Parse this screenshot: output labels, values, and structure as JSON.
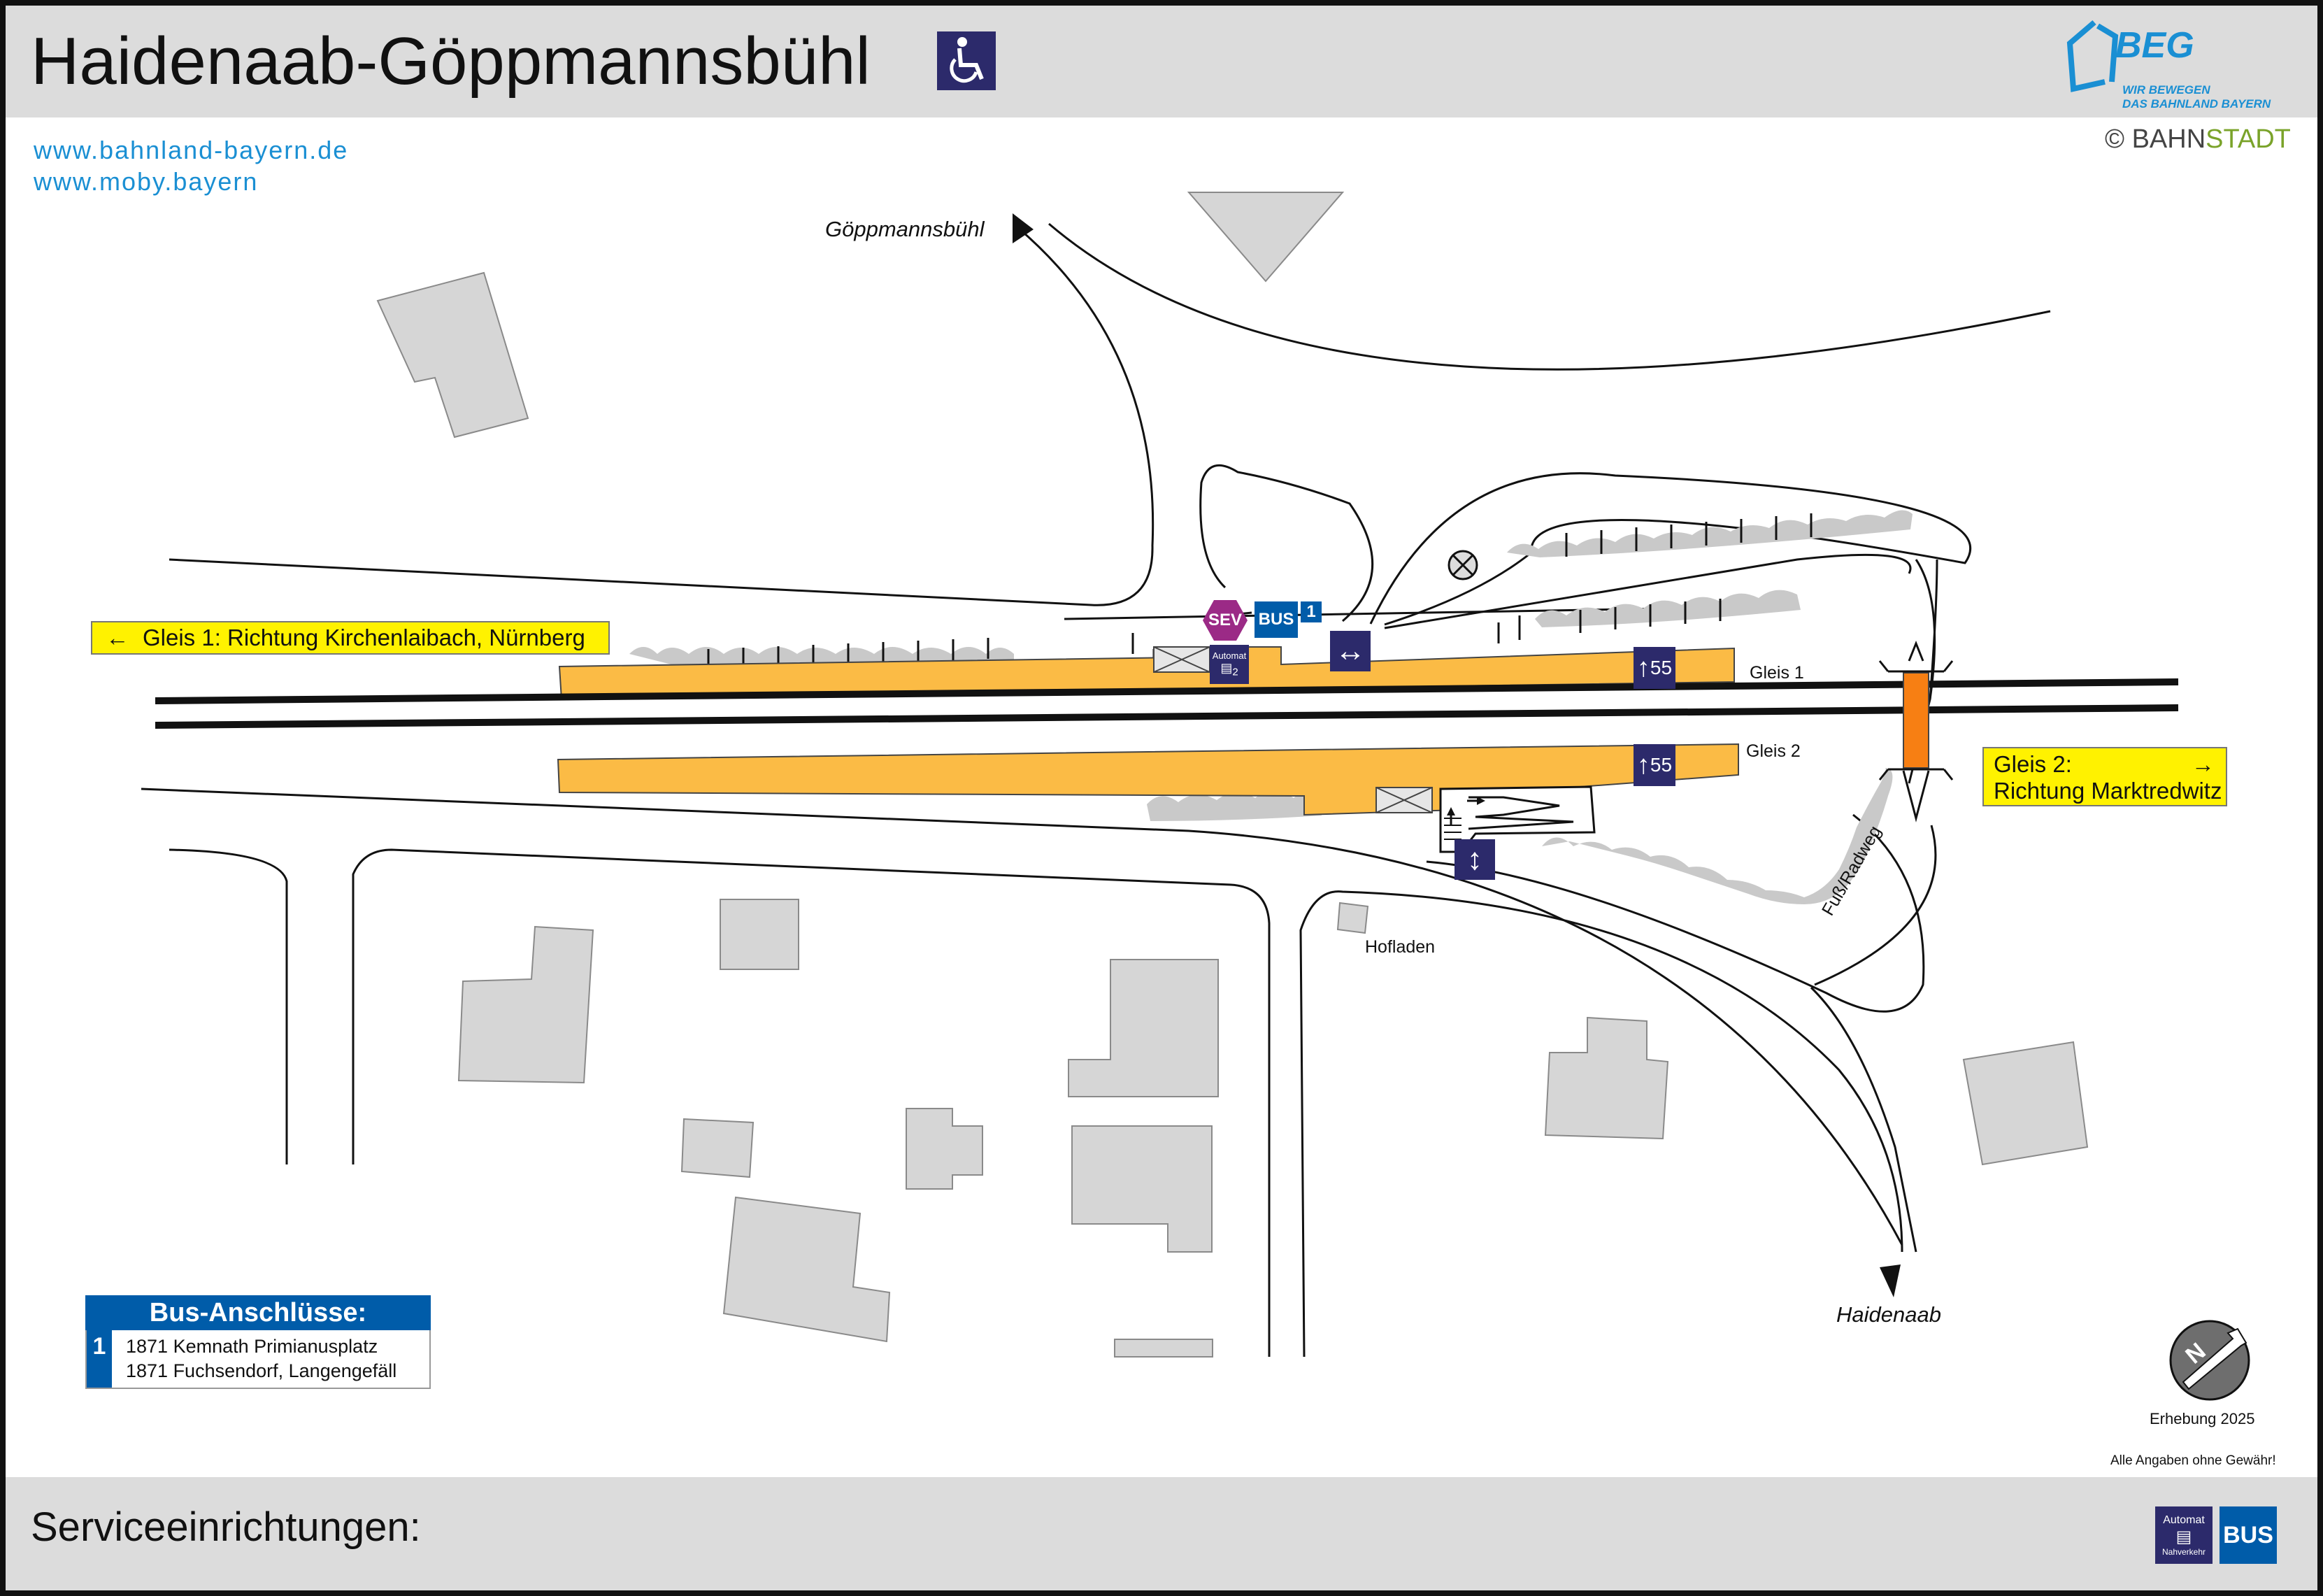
{
  "header": {
    "title": "Haidenaab-Göppmannsbühl",
    "wheelchair_icon": "wheelchair-accessible-icon"
  },
  "links": [
    "www.bahnland-bayern.de",
    "www.moby.bayern"
  ],
  "beg_logo": {
    "name": "BEG",
    "tagline_1": "WIR BEWEGEN",
    "tagline_2": "DAS BAHNLAND BAYERN"
  },
  "copyright": {
    "symbol": "©",
    "part1": "BAHN",
    "part2": "STADT"
  },
  "directions": {
    "gleis1": {
      "arrow": "←",
      "text": "Gleis 1: Richtung Kirchenlaibach, Nürnberg"
    },
    "gleis2": {
      "line1": "Gleis 2:",
      "line2": "Richtung Marktredwitz",
      "arrow": "→"
    }
  },
  "places": {
    "goeppmannsbuehl": "Göppmannsbühl",
    "haidenaab": "Haidenaab",
    "hofladen": "Hofladen",
    "fuss_radweg": "Fuß/Radweg"
  },
  "platforms": {
    "gleis1_label": "Gleis 1",
    "gleis2_label": "Gleis 2",
    "height1": "55",
    "height2": "55"
  },
  "icons": {
    "sev": "SEV",
    "bus": "BUS",
    "bus_stop_number": "1",
    "automat": "Automat",
    "nahverkehr": "Nahverkehr",
    "ticket_number": "2"
  },
  "bus_box": {
    "title": "Bus-Anschlüsse:",
    "stop_number": "1",
    "lines": [
      "1871 Kemnath Primianusplatz",
      "1871 Fuchsendorf, Langengefäll"
    ]
  },
  "compass": {
    "letter": "N",
    "label": "Erhebung 2025"
  },
  "disclaimer": "Alle Angaben ohne Gewähr!",
  "footer": {
    "title": "Serviceeinrichtungen:",
    "icons": [
      "ticket-machine-icon",
      "bus-icon"
    ]
  },
  "colors": {
    "platform": "#fbbb45",
    "crossing": "#f77f13",
    "sign": "#fff200",
    "bus_blue": "#005ca9",
    "sev_purple": "#9b2a86",
    "navy": "#2c2a6b",
    "link_blue": "#1a8fd3",
    "header_gray": "#dcdcdc",
    "building_gray": "#d6d6d6",
    "hedge_gray": "#c9c9c9"
  }
}
